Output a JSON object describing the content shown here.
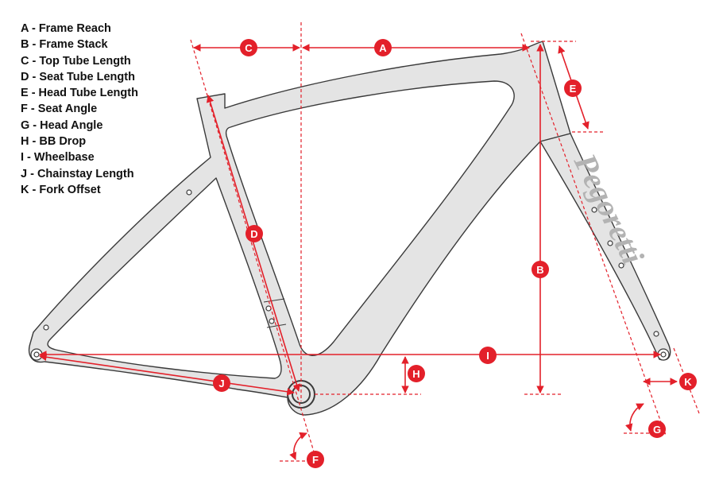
{
  "legend": [
    {
      "letter": "A",
      "label": "Frame Reach",
      "text": "A  - Frame Reach"
    },
    {
      "letter": "B",
      "label": "Frame Stack",
      "text": "B  - Frame Stack"
    },
    {
      "letter": "C",
      "label": "Top Tube Length",
      "text": "C  - Top Tube Length"
    },
    {
      "letter": "D",
      "label": "Seat Tube Length",
      "text": "D - Seat Tube Length"
    },
    {
      "letter": "E",
      "label": "Head Tube Length",
      "text": "E - Head Tube Length"
    },
    {
      "letter": "F",
      "label": "Seat Angle",
      "text": "F - Seat Angle"
    },
    {
      "letter": "G",
      "label": "Head Angle",
      "text": "G - Head Angle"
    },
    {
      "letter": "H",
      "label": "BB Drop",
      "text": "H - BB Drop"
    },
    {
      "letter": "I",
      "label": "Wheelbase",
      "text": "I - Wheelbase"
    },
    {
      "letter": "J",
      "label": "Chainstay Length",
      "text": "J - Chainstay Length"
    },
    {
      "letter": "K",
      "label": "Fork Offset",
      "text": "K - Fork Offset"
    }
  ],
  "callouts": {
    "A": "A",
    "B": "B",
    "C": "C",
    "D": "D",
    "E": "E",
    "F": "F",
    "G": "G",
    "H": "H",
    "I": "I",
    "J": "J",
    "K": "K"
  },
  "fork_logo": "Pegoretti",
  "colors": {
    "accent": "#e3202a",
    "frame_fill": "#e4e4e4",
    "frame_stroke": "#3a3a3a",
    "text": "#111111",
    "logo": "#b3b3b3"
  }
}
